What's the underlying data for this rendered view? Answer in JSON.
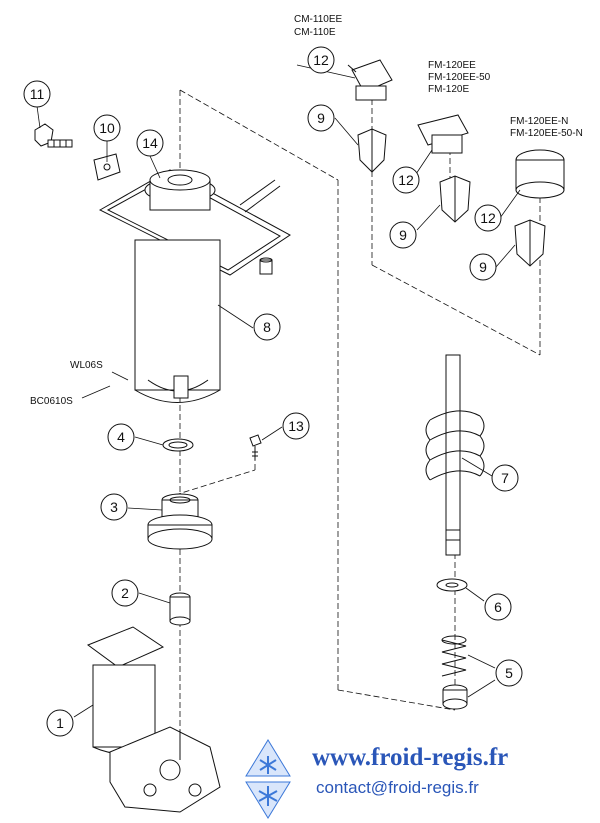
{
  "model_labels": {
    "cm": [
      "CM-110EE",
      "CM-110E"
    ],
    "fm": [
      "FM-120EE",
      "FM-120EE-50",
      "FM-120E"
    ],
    "fmn": [
      "FM-120EE-N",
      "FM-120EE-50-N"
    ]
  },
  "part_codes": {
    "wl": "WL06S",
    "bc": "BC0610S"
  },
  "callouts": {
    "c1": "1",
    "c2": "2",
    "c3": "3",
    "c4": "4",
    "c5": "5",
    "c6": "6",
    "c7": "7",
    "c8": "8",
    "c9a": "9",
    "c9b": "9",
    "c9c": "9",
    "c10": "10",
    "c11": "11",
    "c12a": "12",
    "c12b": "12",
    "c12c": "12",
    "c13": "13",
    "c14": "14"
  },
  "branding": {
    "url": "www.froid-regis.fr",
    "email": "contact@froid-regis.fr",
    "colors": {
      "text": "#2a56b8",
      "snowflake": "#3c78d8"
    }
  }
}
